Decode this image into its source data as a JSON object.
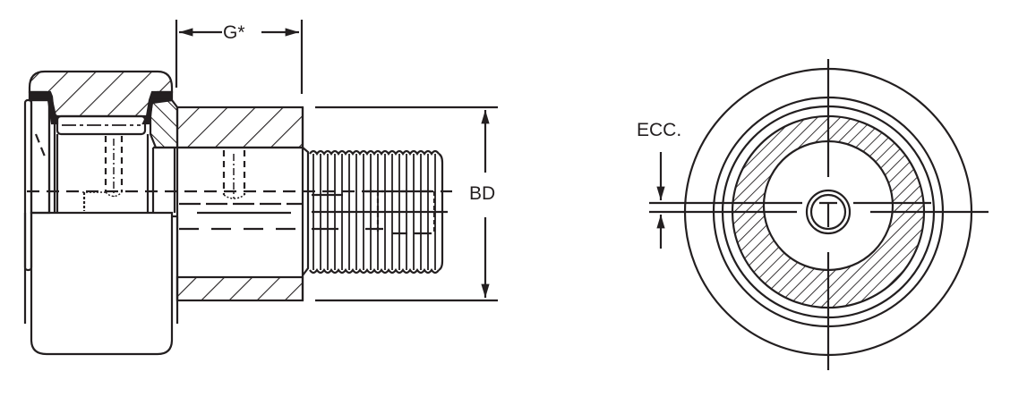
{
  "diagram": {
    "subject": "Eccentric cam follower (stud type)",
    "views": [
      {
        "name": "side-section-view",
        "description": "Half-section side view showing outer ring, needle rollers, seals, stud body and threaded shank"
      },
      {
        "name": "end-view",
        "description": "End view with concentric rings, hatched eccentric collar and hex socket"
      }
    ],
    "labels": {
      "g_dimension": "G*",
      "bd_dimension": "BD",
      "ecc_dimension": "ECC."
    },
    "colors": {
      "line": "#231f20",
      "background": "#ffffff"
    }
  }
}
